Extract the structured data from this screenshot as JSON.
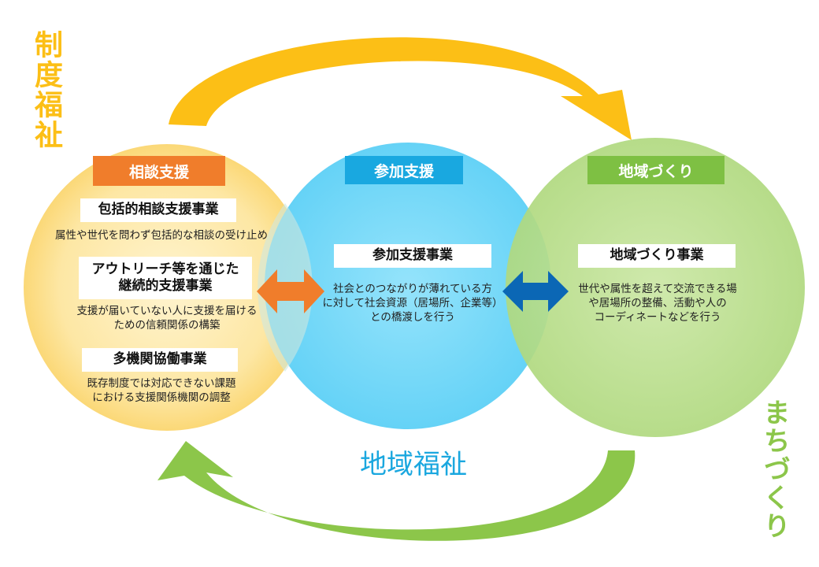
{
  "labels": {
    "left_vertical": "制度福祉",
    "right_vertical": "まちづくり",
    "center_title": "地域福祉"
  },
  "circles": {
    "left": {
      "header": "相談支援",
      "programs": [
        {
          "name_lines": [
            "包括的相談支援事業"
          ],
          "desc_lines": [
            "属性や世代を問わず包括的な相談の受け止め"
          ]
        },
        {
          "name_lines": [
            "アウトリーチ等を通じた",
            "継続的支援事業"
          ],
          "desc_lines": [
            "支援が届いていない人に支援を届ける",
            "ための信頼関係の構築"
          ]
        },
        {
          "name_lines": [
            "多機関協働事業"
          ],
          "desc_lines": [
            "既存制度では対応できない課題",
            "における支援関係機関の調整"
          ]
        }
      ]
    },
    "middle": {
      "header": "参加支援",
      "program": "参加支援事業",
      "desc_lines": [
        "社会とのつながりが薄れている方",
        "に対して社会資源（居場所、企業等）",
        "との橋渡しを行う"
      ]
    },
    "right": {
      "header": "地域づくり",
      "program": "地域づくり事業",
      "desc_lines": [
        "世代や属性を超えて交流できる場",
        "や居場所の整備、活動や人の",
        "コーディネートなどを行う"
      ]
    }
  },
  "colors": {
    "left_circle": "#fde08f",
    "middle_circle": "#5fd3f7",
    "right_circle": "#b6dd86",
    "orange": "#f07d2b",
    "blue_dark": "#0b67b5",
    "yellow_arrow": "#fcbf16",
    "green_arrow": "#8cc64a",
    "blue_header": "#19a8e0",
    "green_header": "#7ec043"
  }
}
